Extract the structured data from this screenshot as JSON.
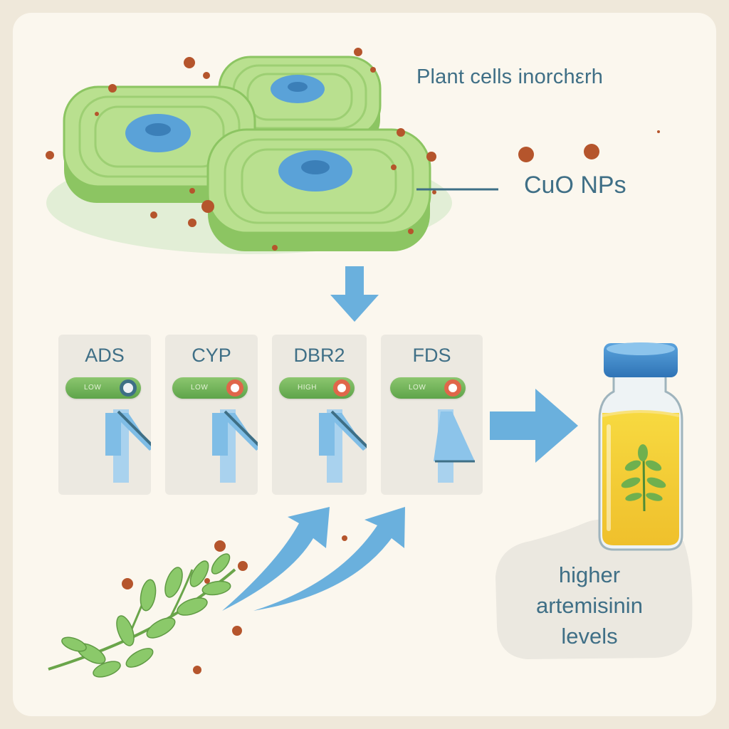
{
  "title": "Plant cells inorchεrh",
  "nanoparticle_label": "CuO NPs",
  "genes": [
    {
      "name": "ADS",
      "level": "LOW",
      "state": "off"
    },
    {
      "name": "CYP",
      "level": "LOW",
      "state": "on"
    },
    {
      "name": "DBR2",
      "level": "HIGH",
      "state": "on"
    },
    {
      "name": "FDS",
      "level": "LOW",
      "state": "on"
    }
  ],
  "result": {
    "line1": "higher",
    "line2": "artemisinin",
    "line3": "levels"
  },
  "colors": {
    "arrow": "#6ab0dd",
    "cell": "#a8d87c",
    "nucleus": "#5aa2d8",
    "nanoparticle": "#b5552c",
    "text": "#3f6f86",
    "oil": "#f3d23a"
  }
}
